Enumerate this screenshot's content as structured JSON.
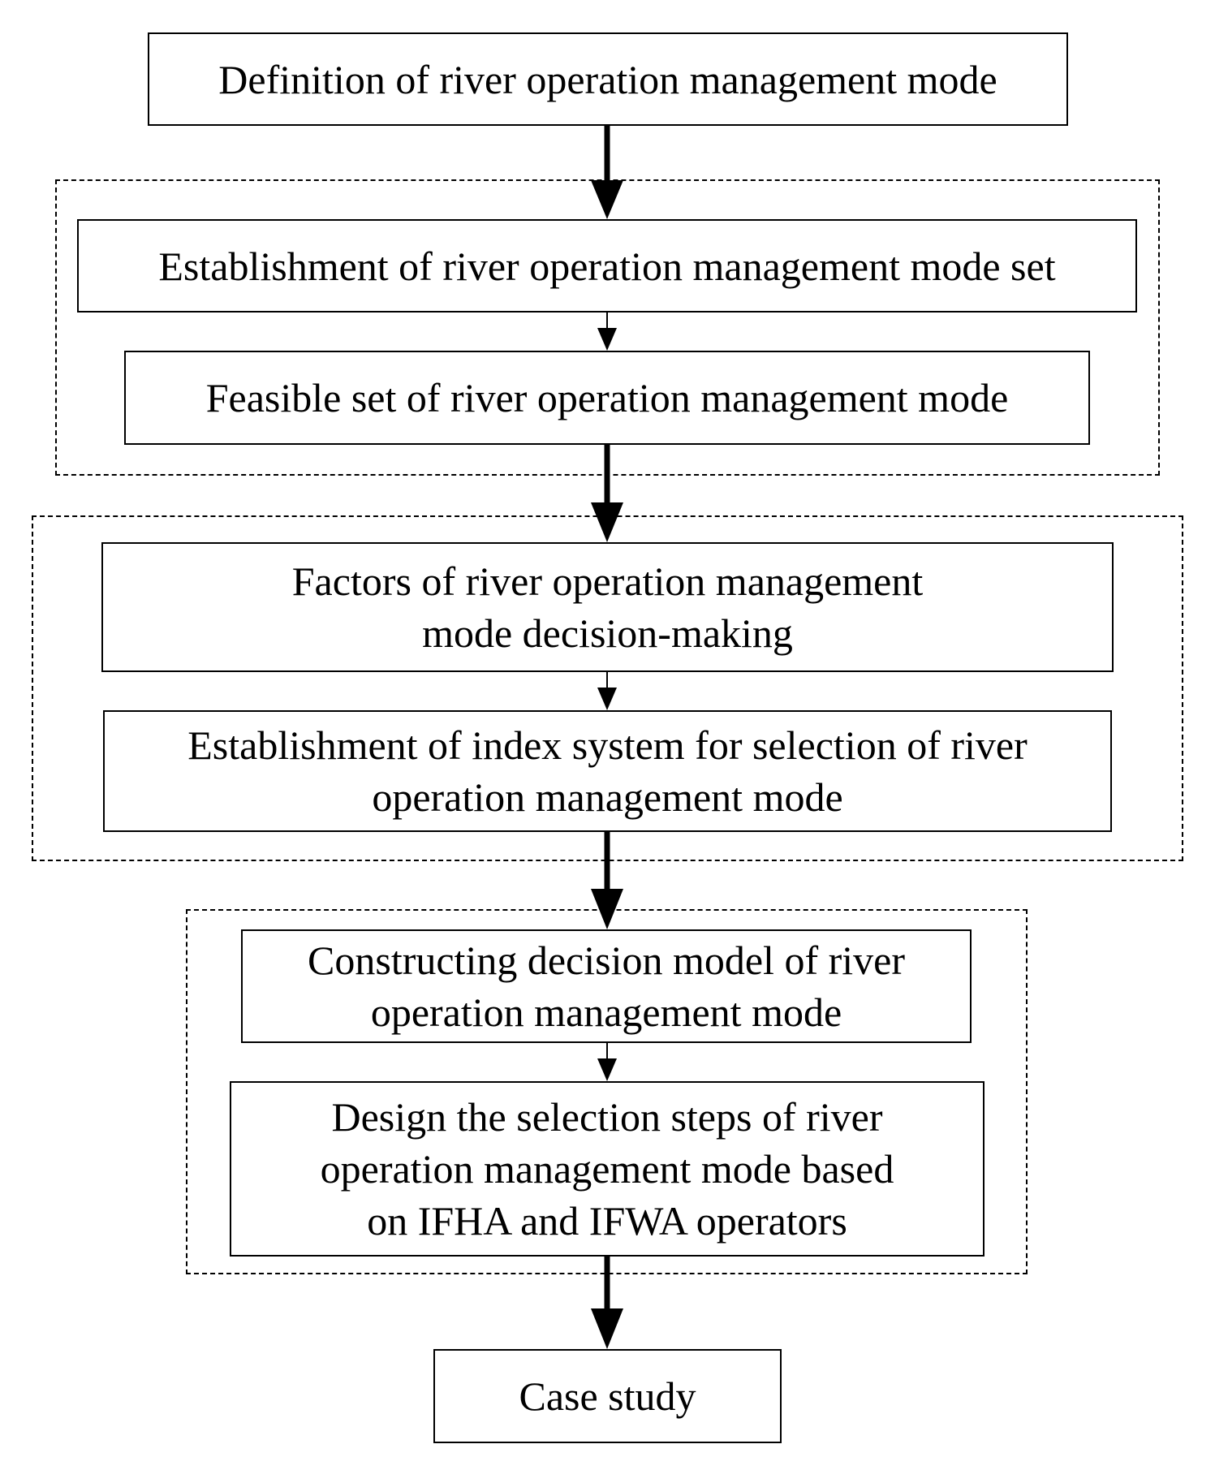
{
  "flowchart": {
    "step1": "Definition of river operation management mode",
    "step2": "Establishment of river operation management mode set",
    "step3": "Feasible set of river operation management mode",
    "step4": "Factors of river operation  management mode decision-making",
    "step5": "Establishment of index system for selection of river operation management mode",
    "step6": "Constructing decision model of river operation management mode",
    "step7": "Design the selection steps of river operation management mode based on IFHA and IFWA operators",
    "step8": "Case study"
  }
}
